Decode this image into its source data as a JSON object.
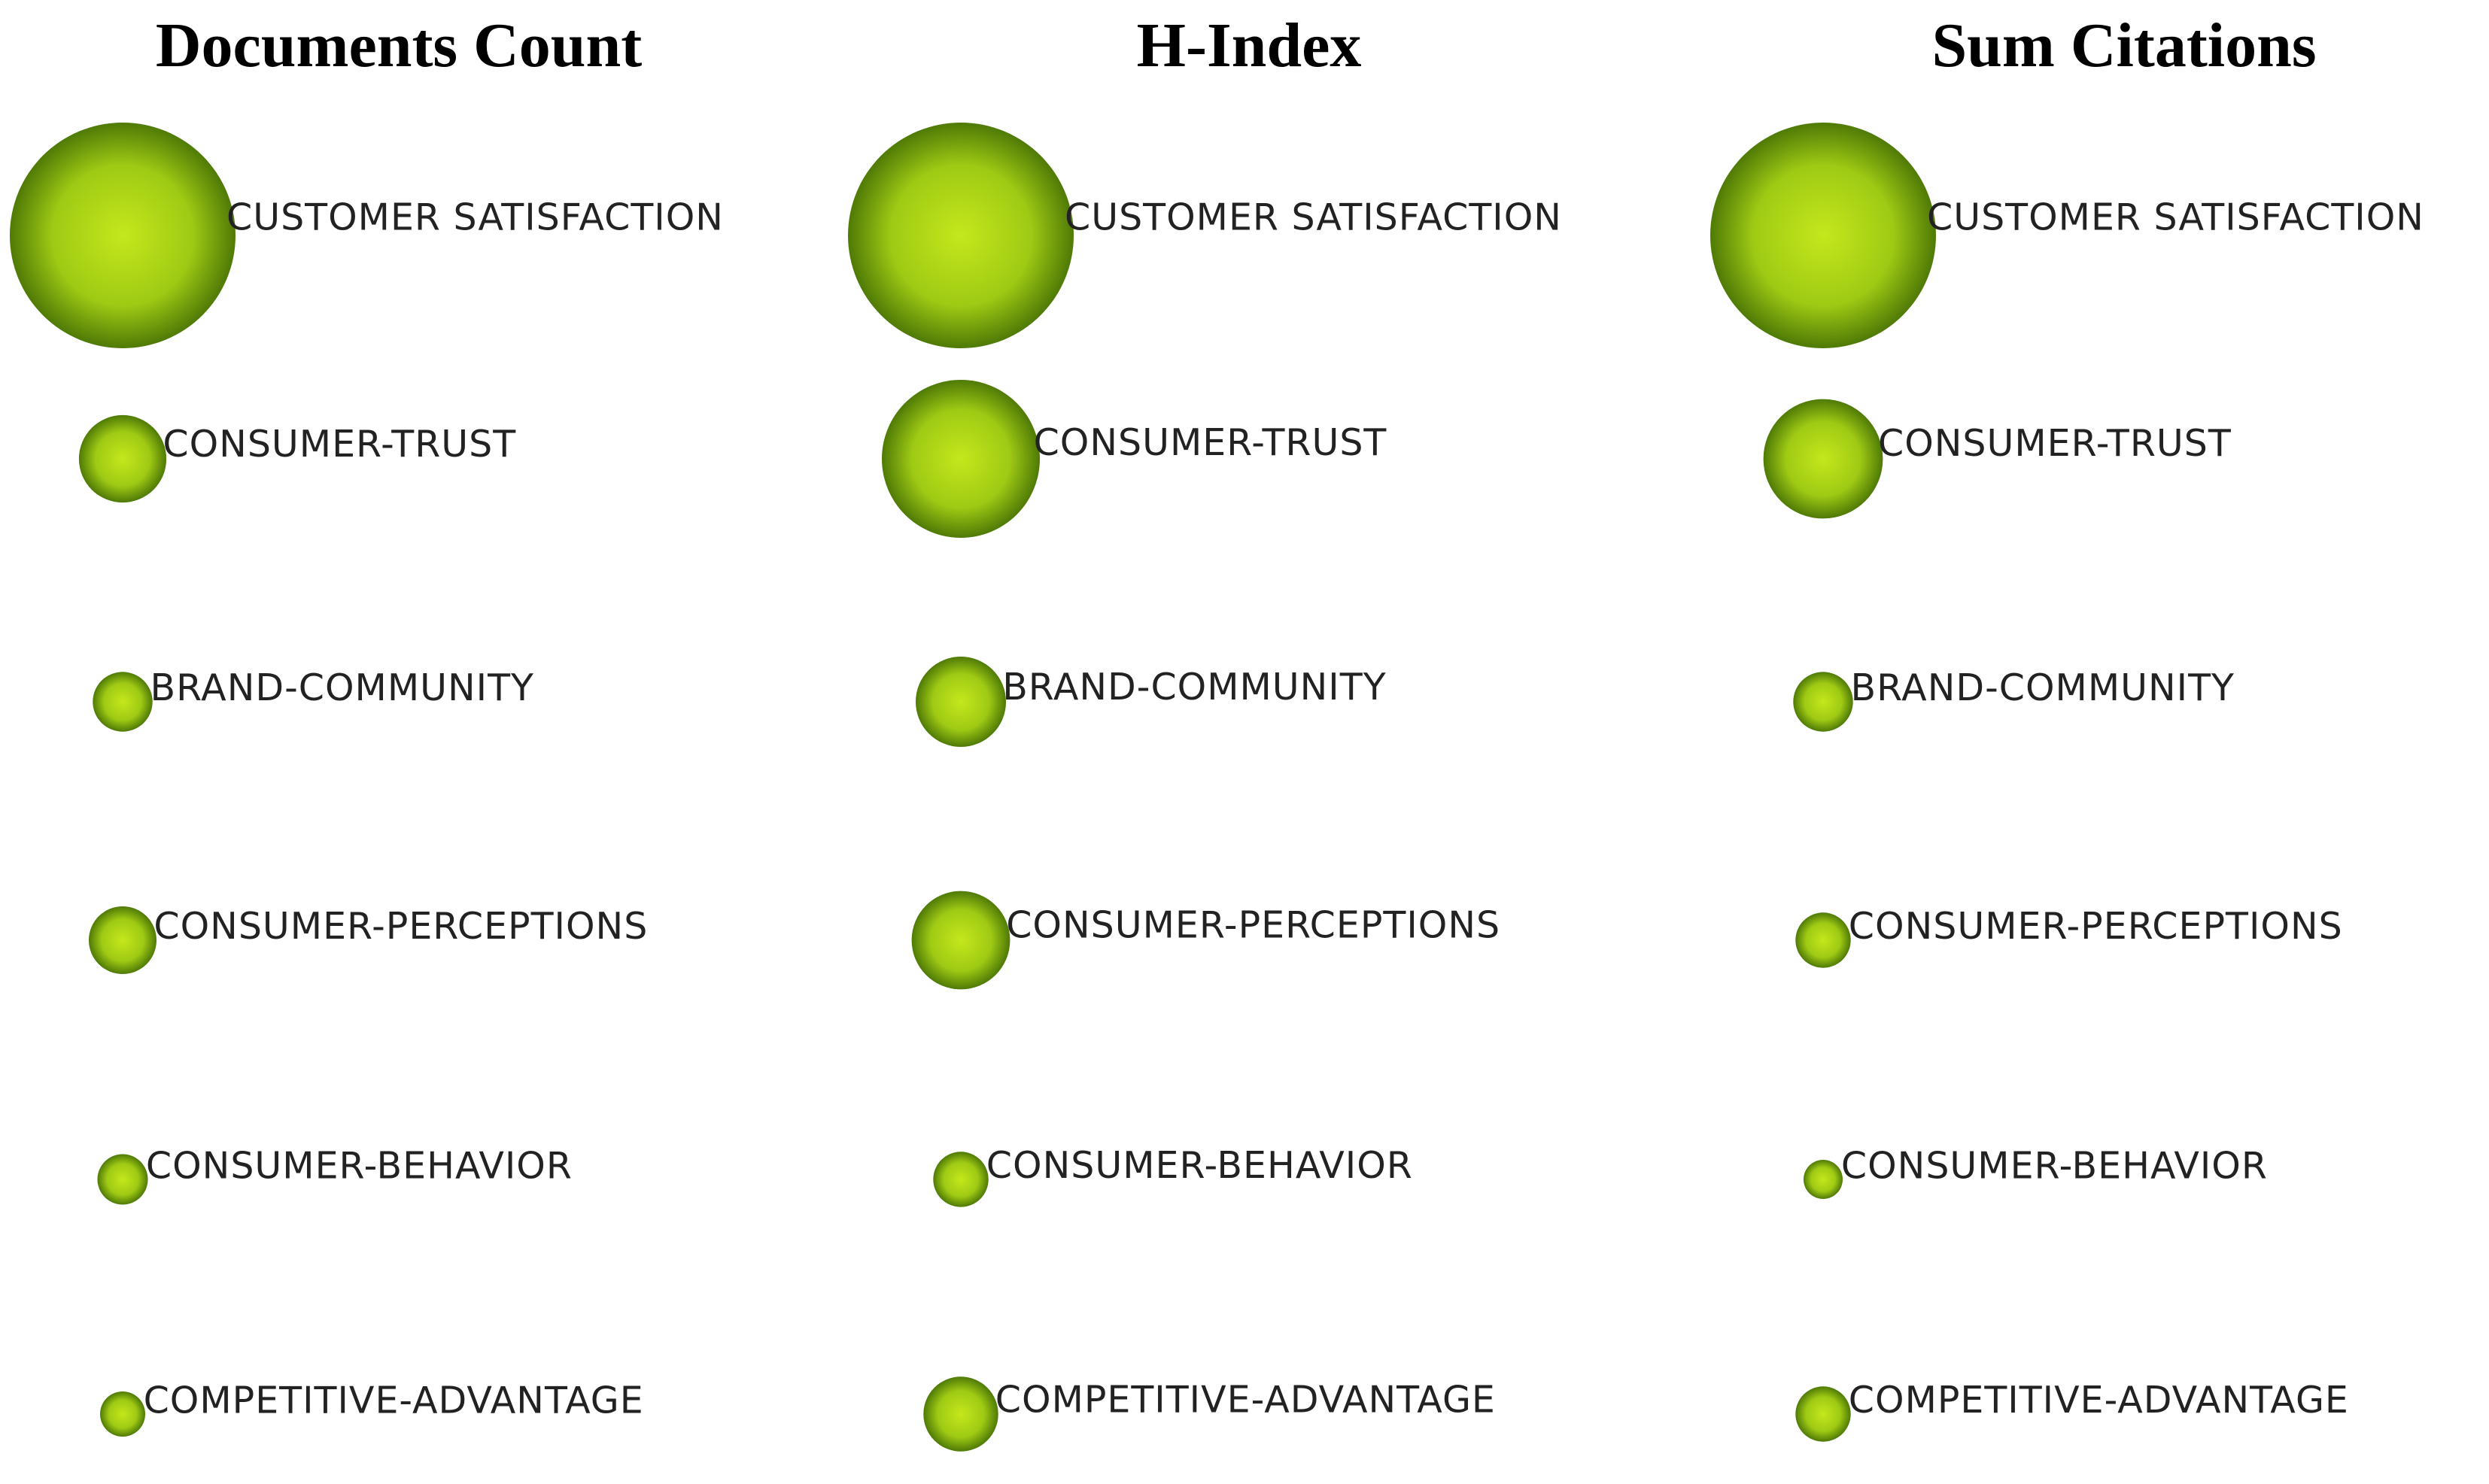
{
  "chart_data": [
    {
      "type": "bubble",
      "title": "Documents Count",
      "categories": [
        "CUSTOMER SATISFACTION",
        "CONSUMER-TRUST",
        "BRAND-COMMUNITY",
        "CONSUMER-PERCEPTIONS",
        "CONSUMER-BEHAVIOR",
        "COMPETITIVE-ADVANTAGE"
      ],
      "values": [
        100,
        15,
        7,
        9,
        5,
        4
      ]
    },
    {
      "type": "bubble",
      "title": "H-Index",
      "categories": [
        "CUSTOMER SATISFACTION",
        "CONSUMER-TRUST",
        "BRAND-COMMUNITY",
        "CONSUMER-PERCEPTIONS",
        "CONSUMER-BEHAVIOR",
        "COMPETITIVE-ADVANTAGE"
      ],
      "values": [
        100,
        49,
        16,
        19,
        6,
        11
      ]
    },
    {
      "type": "bubble",
      "title": "Sum Citations",
      "categories": [
        "CUSTOMER SATISFACTION",
        "CONSUMER-TRUST",
        "BRAND-COMMUNITY",
        "CONSUMER-PERCEPTIONS",
        "CONSUMER-BEHAVIOR",
        "COMPETITIVE-ADVANTAGE"
      ],
      "values": [
        100,
        28,
        7,
        6,
        3,
        6
      ]
    }
  ],
  "colors": {
    "bubble_center": "#c4e81c",
    "bubble_mid": "#9fca14",
    "bubble_edge": "#4f7a06",
    "label": "#222222",
    "title": "#000000"
  }
}
